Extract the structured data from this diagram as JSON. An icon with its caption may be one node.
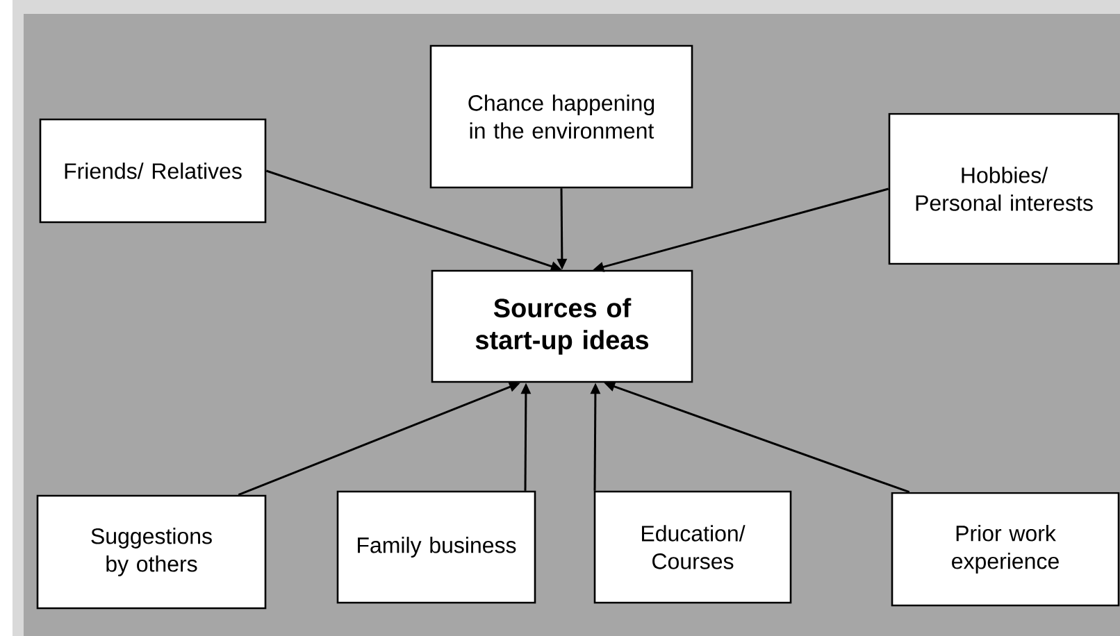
{
  "diagram": {
    "nodes": [
      {
        "text": [
          "Sources of start-up ideas"
        ]
      },
      {
        "text": [
          "Friends/ Relatives"
        ]
      },
      {
        "text": [
          "Chance happening in the environment"
        ]
      },
      {
        "text": [
          "Hobbies/ Personal interests"
        ]
      },
      {
        "text": [
          "Suggestions by others"
        ]
      },
      {
        "text": [
          "Family business"
        ]
      },
      {
        "text": [
          "Education/ Courses"
        ]
      },
      {
        "text": [
          "Prior work experience"
        ]
      }
    ],
    "edges": [
      {
        "from": 1,
        "to": 0,
        "arrow": "to"
      },
      {
        "from": 2,
        "to": 0,
        "arrow": "to"
      },
      {
        "from": 3,
        "to": 0,
        "arrow": "to"
      },
      {
        "from": 4,
        "to": 0,
        "arrow": "to"
      },
      {
        "from": 5,
        "to": 0,
        "arrow": "to"
      },
      {
        "from": 6,
        "to": 0,
        "arrow": "to"
      },
      {
        "from": 7,
        "to": 0,
        "arrow": "to"
      }
    ]
  }
}
